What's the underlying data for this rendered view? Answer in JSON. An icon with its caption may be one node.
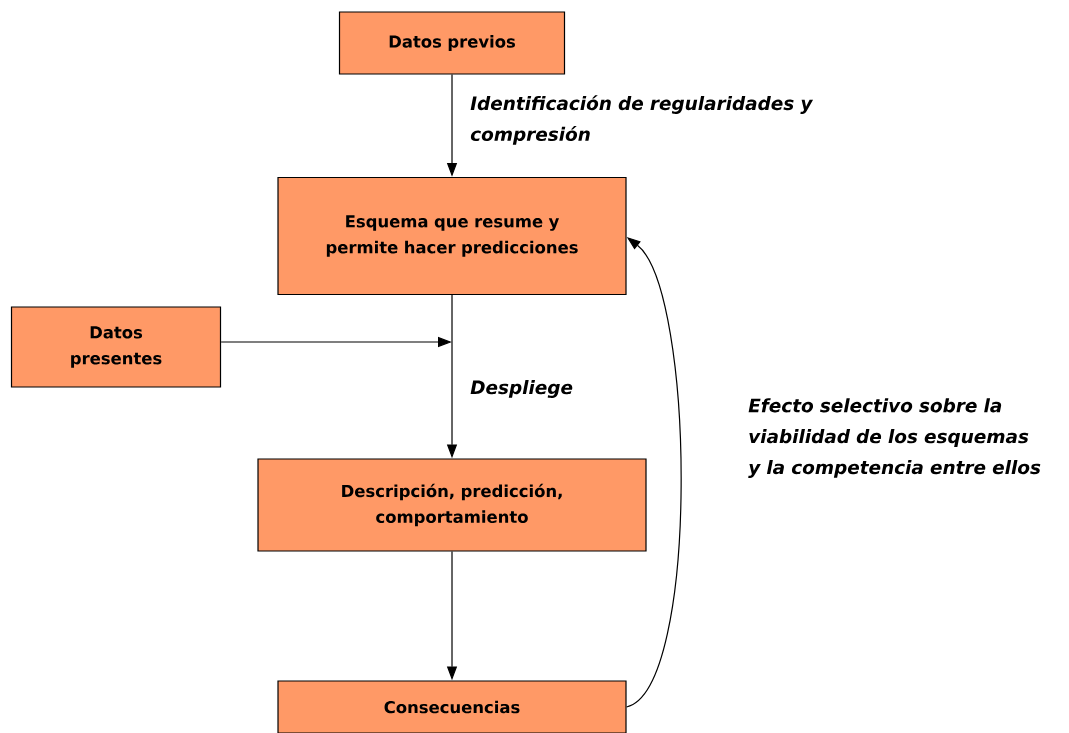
{
  "diagram": {
    "nodes": [
      {
        "text": [
          "Datos previos"
        ]
      },
      {
        "text": [
          "Esquema que resume y permite hacer predicciones"
        ]
      },
      {
        "text": [
          "Datos presentes"
        ]
      },
      {
        "text": [
          "Descripción, predicción, comportamiento"
        ]
      },
      {
        "text": [
          "Consecuencias"
        ]
      }
    ],
    "edges": [
      {
        "from": 0,
        "to": 1,
        "arrow": "to",
        "label": "Identificación de regularidades y compresión"
      },
      {
        "from": 1,
        "to": 3,
        "arrow": "to",
        "label": "Despliege"
      },
      {
        "from": 2,
        "to": null,
        "arrow": "to"
      },
      {
        "from": 3,
        "to": 4,
        "arrow": "to"
      },
      {
        "from": 4,
        "to": 1,
        "arrow": "to",
        "label": "Efecto selectivo sobre la viabilidad de los esquemas y la competencia entre ellos"
      }
    ]
  }
}
